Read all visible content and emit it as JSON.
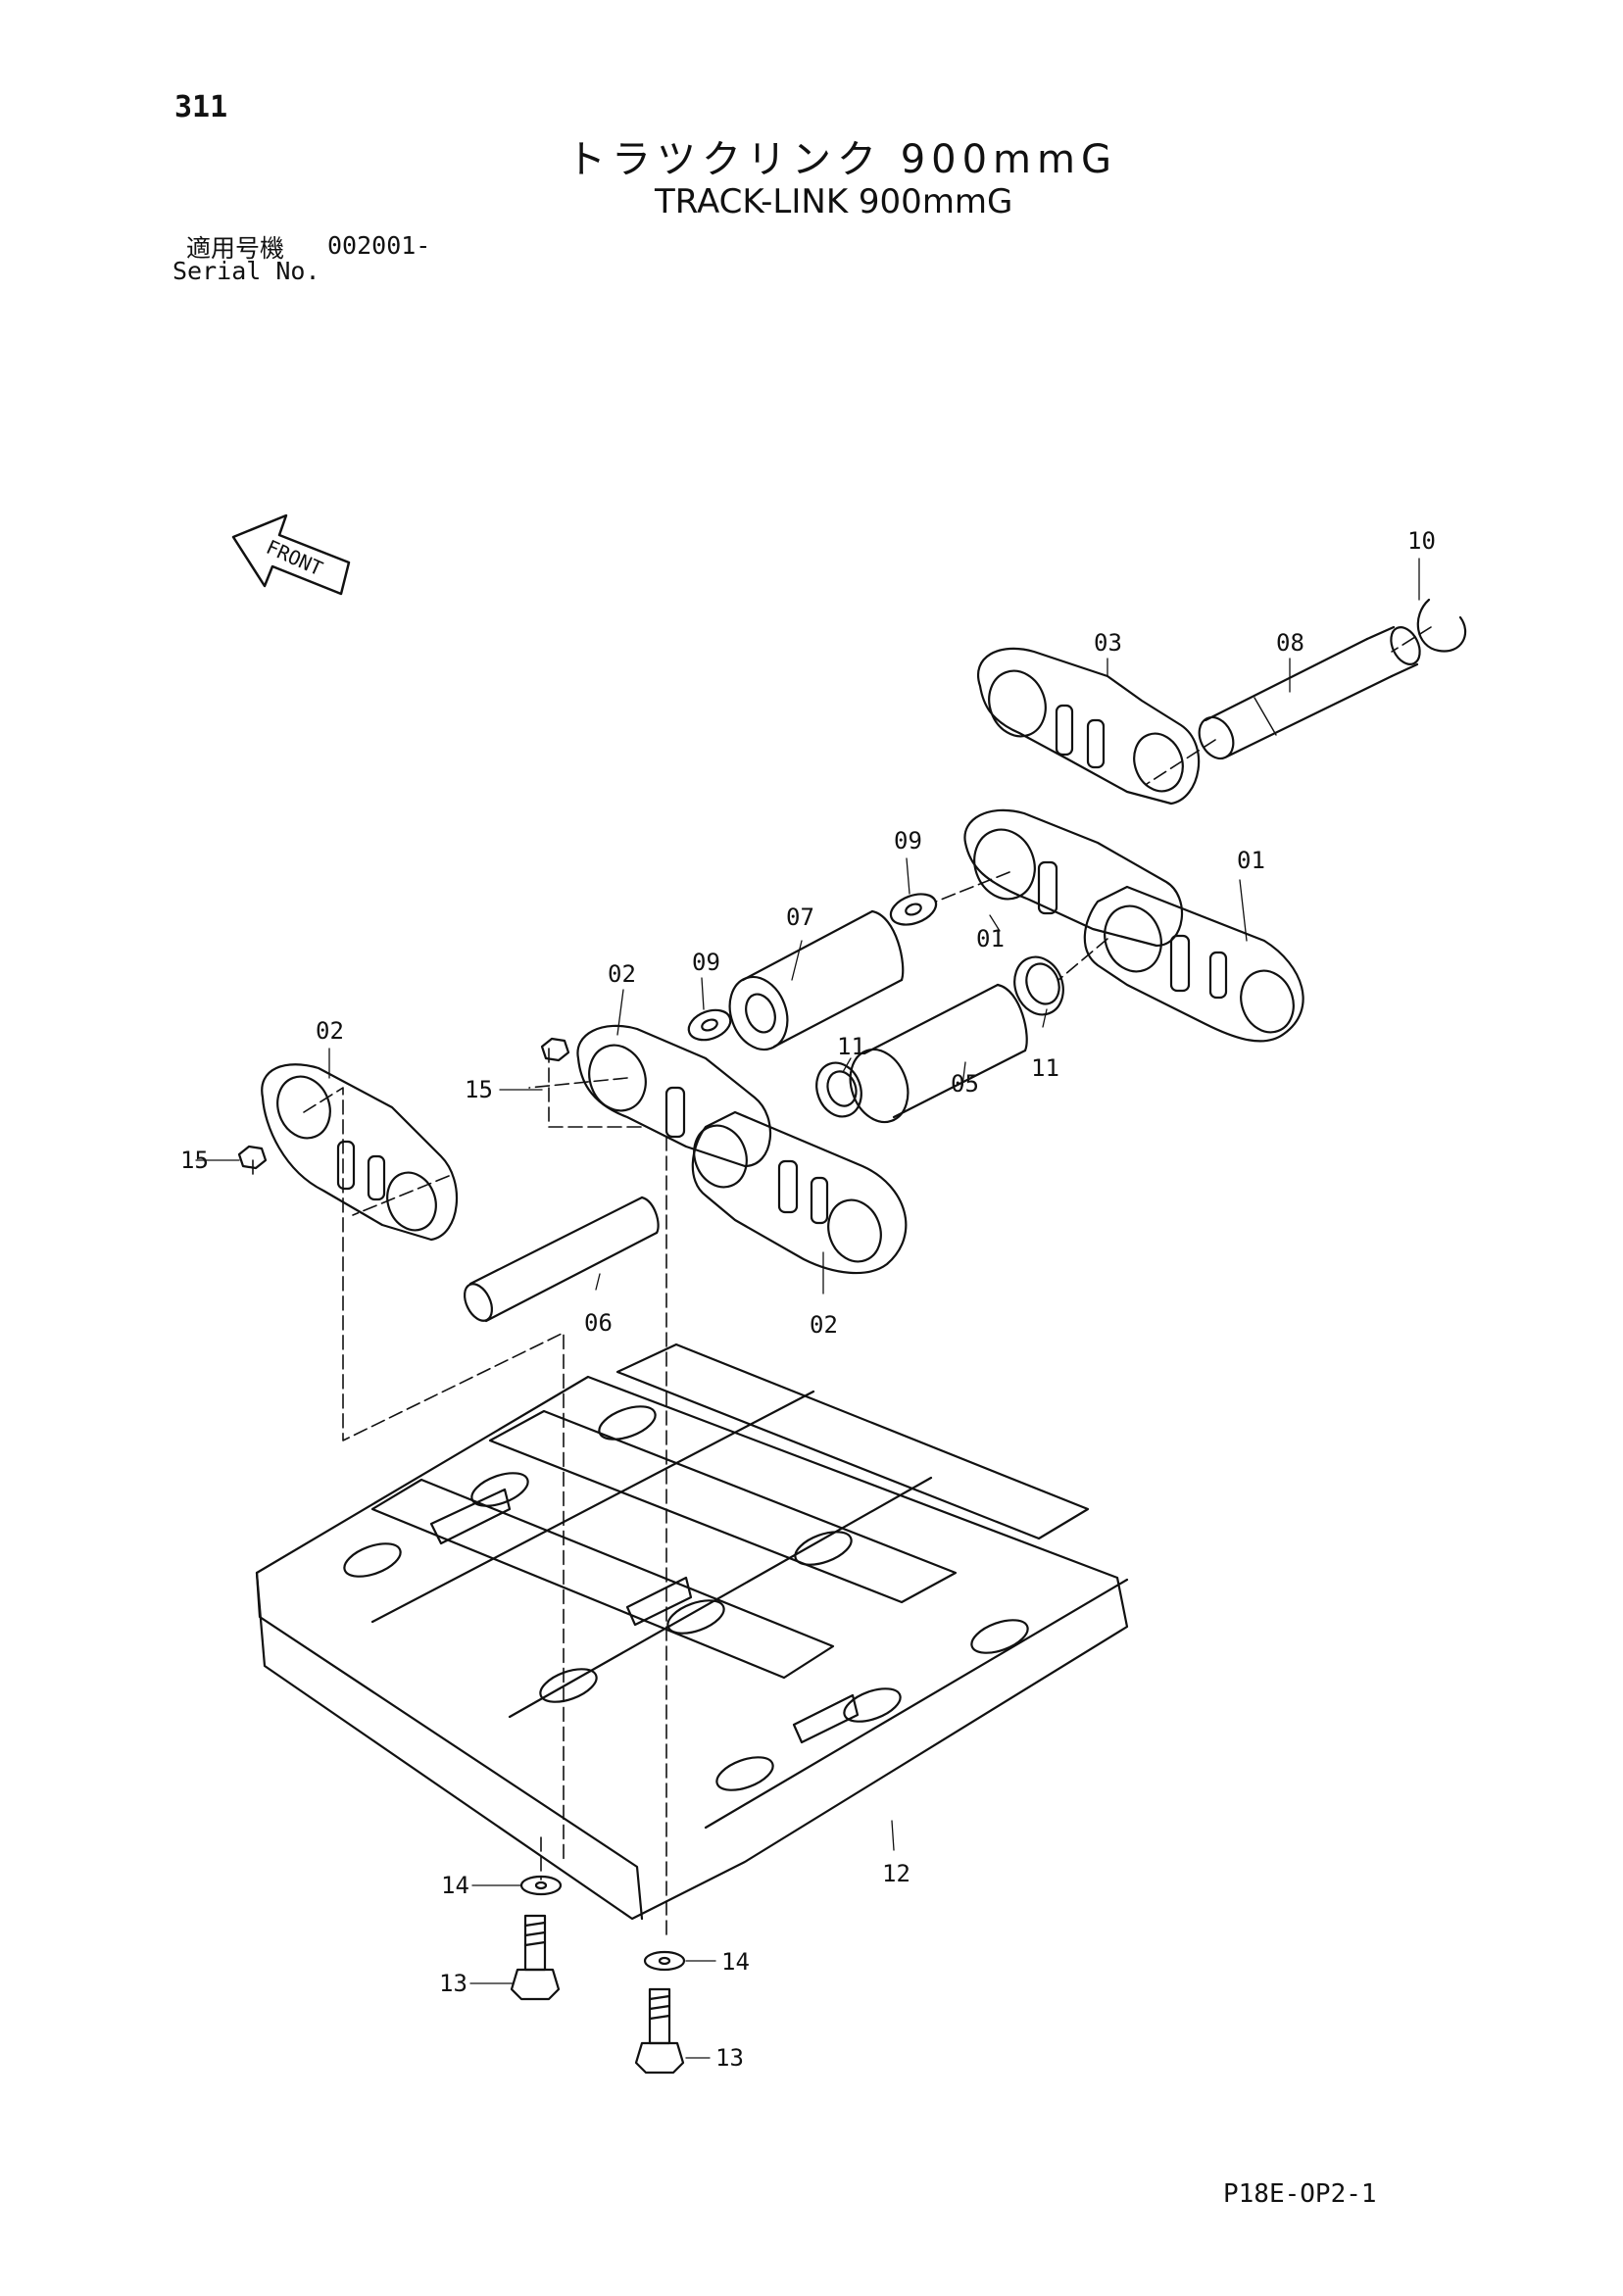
{
  "page_number": "311",
  "title_jp": "トラツクリンク 900mmG",
  "title_en": "TRACK-LINK 900mmG",
  "serial": {
    "label_jp": "適用号機",
    "value": "002001-",
    "label_en": "Serial No."
  },
  "front_label": "FRONT",
  "drawing_code": "P18E-OP2-1",
  "callouts": {
    "c10": "10",
    "c08": "08",
    "c03": "03",
    "c09a": "09",
    "c01a": "01",
    "c01b": "01",
    "c07": "07",
    "c09b": "09",
    "c02a": "02",
    "c11a": "11",
    "c11b": "11",
    "c02b": "02",
    "c15a": "15",
    "c15b": "15",
    "c05": "05",
    "c06": "06",
    "c02c": "02",
    "c12": "12",
    "c14a": "14",
    "c14b": "14",
    "c13a": "13",
    "c13b": "13"
  }
}
